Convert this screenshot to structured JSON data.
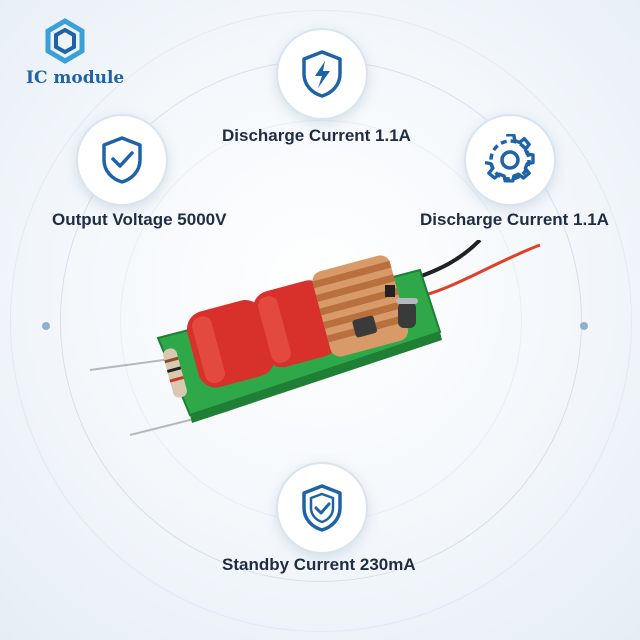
{
  "brand": {
    "name": "IC module",
    "color": "#1e63a8"
  },
  "features": [
    {
      "label": "Discharge Current 1.1A",
      "icon": "lightning-shield-icon"
    },
    {
      "label": "Output Voltage 5000V",
      "icon": "shield-check-icon"
    },
    {
      "label": "Discharge Current 1.1A",
      "icon": "gear-icon"
    },
    {
      "label": "Standby Current 230mA",
      "icon": "shield-check-icon"
    }
  ],
  "colors": {
    "accent": "#1e63a8",
    "pcb": "#2fa84a",
    "capacitor": "#d8302a",
    "coil": "#d99a6a"
  }
}
